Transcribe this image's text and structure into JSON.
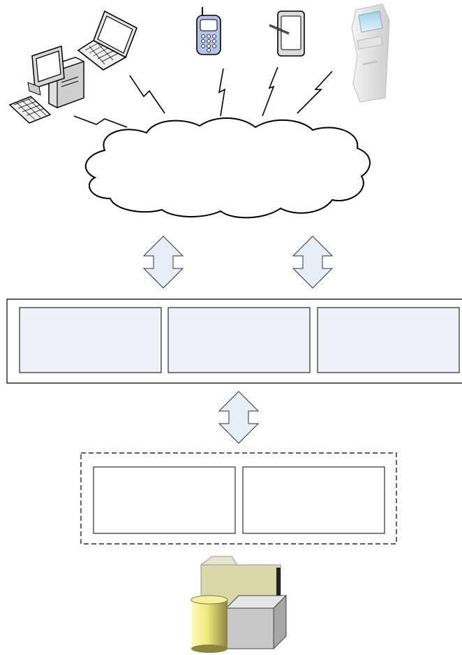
{
  "diagram": {
    "devices": [
      {
        "name": "desktop-computer",
        "icon": "desktop-computer-icon"
      },
      {
        "name": "laptop",
        "icon": "laptop-icon"
      },
      {
        "name": "mobile-phone",
        "icon": "mobile-phone-icon"
      },
      {
        "name": "tablet",
        "icon": "tablet-with-stylus-icon"
      },
      {
        "name": "kiosk",
        "icon": "kiosk-terminal-icon"
      }
    ],
    "network": {
      "shape": "cloud",
      "label": ""
    },
    "server_layer": {
      "modules": [
        "",
        "",
        ""
      ]
    },
    "data_layer": {
      "border": "dashed",
      "modules": [
        "",
        ""
      ]
    },
    "storage": {
      "icon": "database-and-archive-icon"
    },
    "colors": {
      "arrow_fill": "#e8eef8",
      "module_fill": "#eef1f8",
      "line": "#000000",
      "cylinder": "#f2ec88",
      "folder": "#d8d8a8",
      "box": "#c8c8c8"
    }
  }
}
